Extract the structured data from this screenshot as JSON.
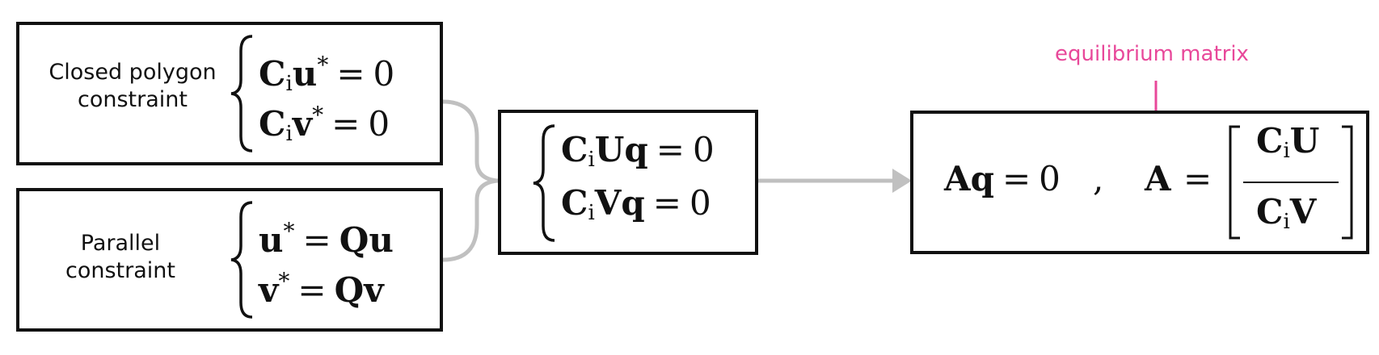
{
  "closed_polygon": {
    "label_line1": "Closed polygon",
    "label_line2": "constraint",
    "eq1": {
      "C": "C",
      "i": "i",
      "var": "u",
      "star": "*",
      "eq": "=",
      "rhs": "0"
    },
    "eq2": {
      "C": "C",
      "i": "i",
      "var": "v",
      "star": "*",
      "eq": "=",
      "rhs": "0"
    }
  },
  "parallel": {
    "label_line1": "Parallel",
    "label_line2": "constraint",
    "eq1": {
      "var": "u",
      "star": "*",
      "eq": "=",
      "rhs": "Qu"
    },
    "eq2": {
      "var": "v",
      "star": "*",
      "eq": "=",
      "rhs": "Qv"
    }
  },
  "combined": {
    "eq1": {
      "C": "C",
      "i": "i",
      "lhs": "Uq",
      "eq": "=",
      "rhs": "0"
    },
    "eq2": {
      "C": "C",
      "i": "i",
      "lhs": "Vq",
      "eq": "=",
      "rhs": "0"
    }
  },
  "result": {
    "lhs": "Aq",
    "eq": "=",
    "rhs": "0",
    "comma": ",",
    "matrix_name": "A",
    "matrix_eq": "=",
    "top": {
      "C": "C",
      "i": "i",
      "M": "U"
    },
    "bottom": {
      "C": "C",
      "i": "i",
      "M": "V"
    }
  },
  "annotation": {
    "label": "equilibrium matrix",
    "color": "#e8489a"
  },
  "colors": {
    "connector": "#c0c0c0",
    "border": "#111111"
  }
}
